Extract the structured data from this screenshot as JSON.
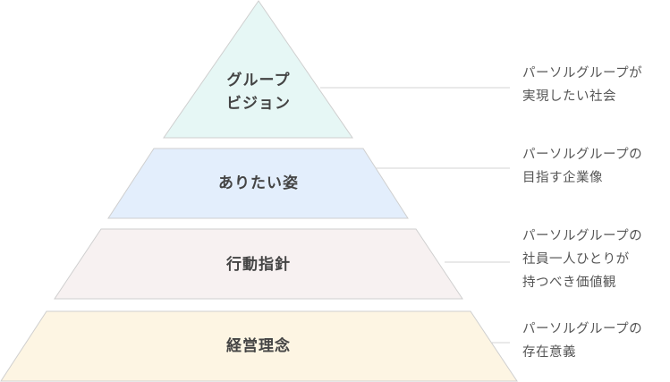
{
  "tiers": [
    {
      "label": "グループ\nビジョン",
      "color": "#e6f7f5",
      "description": "パーソルグループが\n実現したい社会"
    },
    {
      "label": "ありたい姿",
      "color": "#e3eefc",
      "description": "パーソルグループの\n目指す企業像"
    },
    {
      "label": "行動指針",
      "color": "#f7f1f1",
      "description": "パーソルグループの\n社員一人ひとりが\n持つべき価値観"
    },
    {
      "label": "経営理念",
      "color": "#fdf5e3",
      "description": "パーソルグループの\n存在意義"
    }
  ],
  "colors": {
    "outline": "#cfcfcf",
    "connector": "#d3d3d3",
    "label_text": "#444444",
    "description_text": "#555555"
  }
}
